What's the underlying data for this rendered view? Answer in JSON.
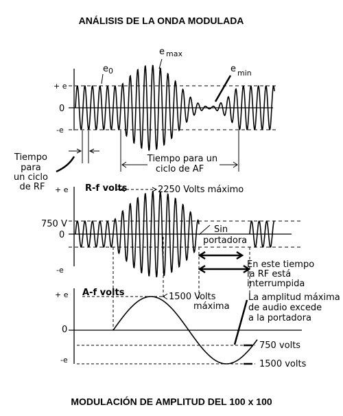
{
  "title": "ANÁLISIS DE LA ONDA MODULADA",
  "caption": "MODULACIÓN DE AMPLITUD DEL 100 x 100",
  "top_figure": {
    "e0": "e",
    "e0_sub": "0",
    "emax": "e",
    "emax_sub": "max",
    "emin": "e",
    "emin_sub": "min",
    "plus_e": "+ e",
    "zero": "0",
    "minus_e": "-e",
    "rf_cycle": [
      "Tiempo",
      "para",
      "un ciclo",
      "de RF"
    ],
    "af_cycle": [
      "Tiempo para un",
      "ciclo de AF"
    ]
  },
  "rf_figure": {
    "plus_e": "+ e",
    "series": "R-f volts",
    "peak": "2250 Volts máximo",
    "carrier": "750 V",
    "zero": "0",
    "minus_e": "-e",
    "no_carrier": [
      "Sin",
      "portadora"
    ],
    "interrupted": [
      "En este tiempo",
      "la RF está",
      "interrumpida"
    ]
  },
  "af_figure": {
    "plus_e": "+ e",
    "series": "A-f volts",
    "peak": [
      "1500 Volts",
      "máxima"
    ],
    "zero": "0",
    "minus_e": "-e",
    "excess": [
      "La amplitud máxima",
      "de audio excede",
      "a la portadora"
    ],
    "level_750": "750 volts",
    "level_1500": "1500 volts"
  }
}
